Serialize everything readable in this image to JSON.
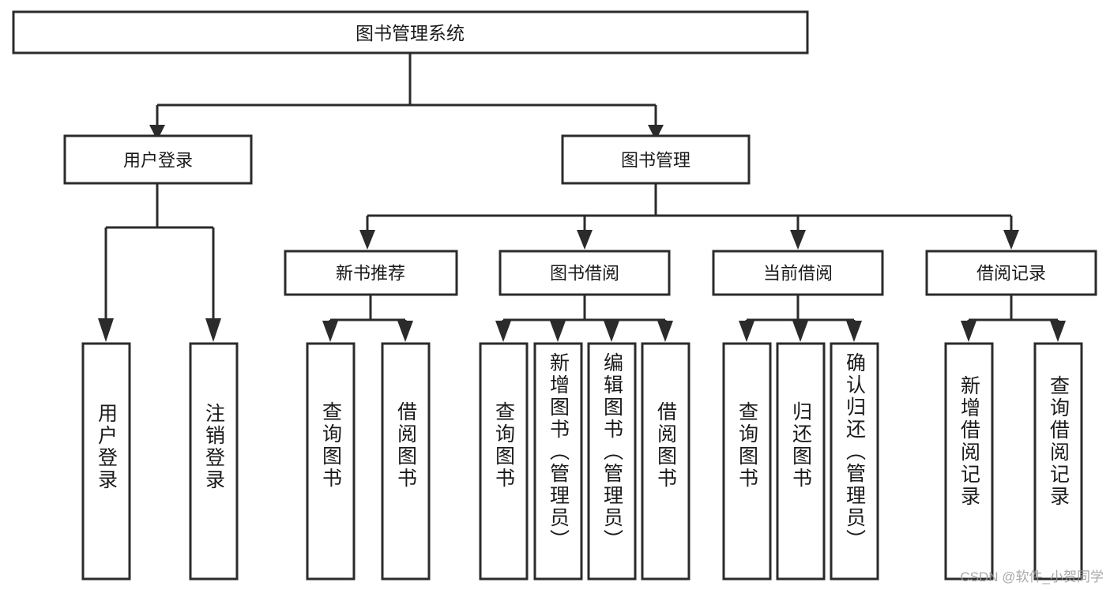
{
  "diagram": {
    "type": "tree-hierarchy",
    "title": "图书管理系统",
    "watermark": "CSDN @软件_小贺同学",
    "colors": {
      "box_stroke": "#2b2b2b",
      "box_fill": "#ffffff",
      "text": "#1a1a1a",
      "background": "#ffffff",
      "watermark": "#9a9a9a"
    },
    "root": {
      "label": "图书管理系统"
    },
    "level2": [
      {
        "id": "user-login",
        "label": "用户登录"
      },
      {
        "id": "book-management",
        "label": "图书管理"
      }
    ],
    "level3": [
      {
        "id": "new-book-recommend",
        "label": "新书推荐",
        "parent": "book-management"
      },
      {
        "id": "book-borrow",
        "label": "图书借阅",
        "parent": "book-management"
      },
      {
        "id": "current-borrow",
        "label": "当前借阅",
        "parent": "book-management"
      },
      {
        "id": "borrow-record",
        "label": "借阅记录",
        "parent": "book-management"
      }
    ],
    "leaves": [
      {
        "id": "leaf-user-login",
        "label": "用户登录",
        "parent": "user-login"
      },
      {
        "id": "leaf-logout-login",
        "label": "注销登录",
        "parent": "user-login"
      },
      {
        "id": "leaf-query-book-1",
        "label": "查询图书",
        "parent": "new-book-recommend"
      },
      {
        "id": "leaf-borrow-book-1",
        "label": "借阅图书",
        "parent": "new-book-recommend"
      },
      {
        "id": "leaf-query-book-2",
        "label": "查询图书",
        "parent": "book-borrow"
      },
      {
        "id": "leaf-add-book",
        "label": "新增图书（管理员）",
        "parent": "book-borrow"
      },
      {
        "id": "leaf-edit-book",
        "label": "编辑图书（管理员）",
        "parent": "book-borrow"
      },
      {
        "id": "leaf-borrow-book-2",
        "label": "借阅图书",
        "parent": "book-borrow"
      },
      {
        "id": "leaf-query-book-3",
        "label": "查询图书",
        "parent": "current-borrow"
      },
      {
        "id": "leaf-return-book",
        "label": "归还图书",
        "parent": "current-borrow"
      },
      {
        "id": "leaf-confirm-return",
        "label": "确认归还（管理员）",
        "parent": "current-borrow"
      },
      {
        "id": "leaf-add-record",
        "label": "新增借阅记录",
        "parent": "borrow-record"
      },
      {
        "id": "leaf-query-record",
        "label": "查询借阅记录",
        "parent": "borrow-record"
      }
    ]
  }
}
